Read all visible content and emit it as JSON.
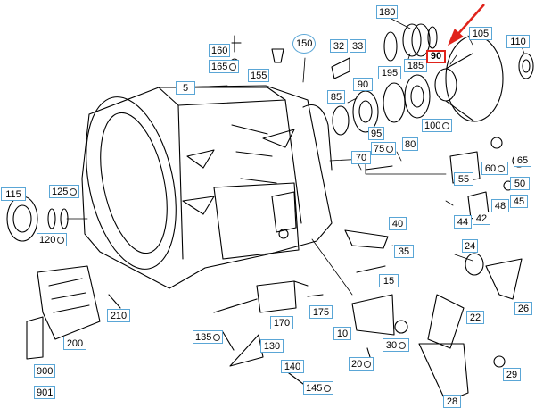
{
  "callouts": [
    {
      "id": "180",
      "label": "180"
    },
    {
      "id": "32",
      "label": "32"
    },
    {
      "id": "33",
      "label": "33"
    },
    {
      "id": "150",
      "label": "150",
      "ring": true
    },
    {
      "id": "160",
      "label": "160"
    },
    {
      "id": "165",
      "label": "165",
      "marker": true
    },
    {
      "id": "155",
      "label": "155"
    },
    {
      "id": "5",
      "label": "5"
    },
    {
      "id": "195",
      "label": "195"
    },
    {
      "id": "185",
      "label": "185"
    },
    {
      "id": "90",
      "label": "90",
      "highlight": true
    },
    {
      "id": "105",
      "label": "105"
    },
    {
      "id": "110",
      "label": "110"
    },
    {
      "id": "85",
      "label": "85"
    },
    {
      "id": "90b",
      "label": "90"
    },
    {
      "id": "100",
      "label": "100",
      "marker": true
    },
    {
      "id": "95",
      "label": "95"
    },
    {
      "id": "75",
      "label": "75",
      "marker": true
    },
    {
      "id": "80",
      "label": "80"
    },
    {
      "id": "70",
      "label": "70"
    },
    {
      "id": "60",
      "label": "60",
      "marker": true
    },
    {
      "id": "65",
      "label": "65"
    },
    {
      "id": "55",
      "label": "55"
    },
    {
      "id": "50",
      "label": "50"
    },
    {
      "id": "48",
      "label": "48"
    },
    {
      "id": "44",
      "label": "44"
    },
    {
      "id": "42",
      "label": "42"
    },
    {
      "id": "45",
      "label": "45"
    },
    {
      "id": "115",
      "label": "115"
    },
    {
      "id": "125",
      "label": "125",
      "marker": true
    },
    {
      "id": "120",
      "label": "120",
      "marker": true
    },
    {
      "id": "40",
      "label": "40"
    },
    {
      "id": "35",
      "label": "35"
    },
    {
      "id": "24",
      "label": "24"
    },
    {
      "id": "15",
      "label": "15"
    },
    {
      "id": "26",
      "label": "26"
    },
    {
      "id": "22",
      "label": "22"
    },
    {
      "id": "210",
      "label": "210"
    },
    {
      "id": "170",
      "label": "170"
    },
    {
      "id": "175",
      "label": "175"
    },
    {
      "id": "10",
      "label": "10"
    },
    {
      "id": "200",
      "label": "200"
    },
    {
      "id": "135",
      "label": "135",
      "marker": true
    },
    {
      "id": "130",
      "label": "130"
    },
    {
      "id": "30",
      "label": "30",
      "marker": true
    },
    {
      "id": "20",
      "label": "20",
      "marker": true
    },
    {
      "id": "140",
      "label": "140"
    },
    {
      "id": "145",
      "label": "145",
      "marker": true
    },
    {
      "id": "900",
      "label": "900"
    },
    {
      "id": "901",
      "label": "901"
    },
    {
      "id": "28",
      "label": "28"
    },
    {
      "id": "29",
      "label": "29"
    }
  ],
  "colors": {
    "callout_border": "#5aa6d6",
    "highlight": "#e0231b",
    "line": "#000000"
  }
}
